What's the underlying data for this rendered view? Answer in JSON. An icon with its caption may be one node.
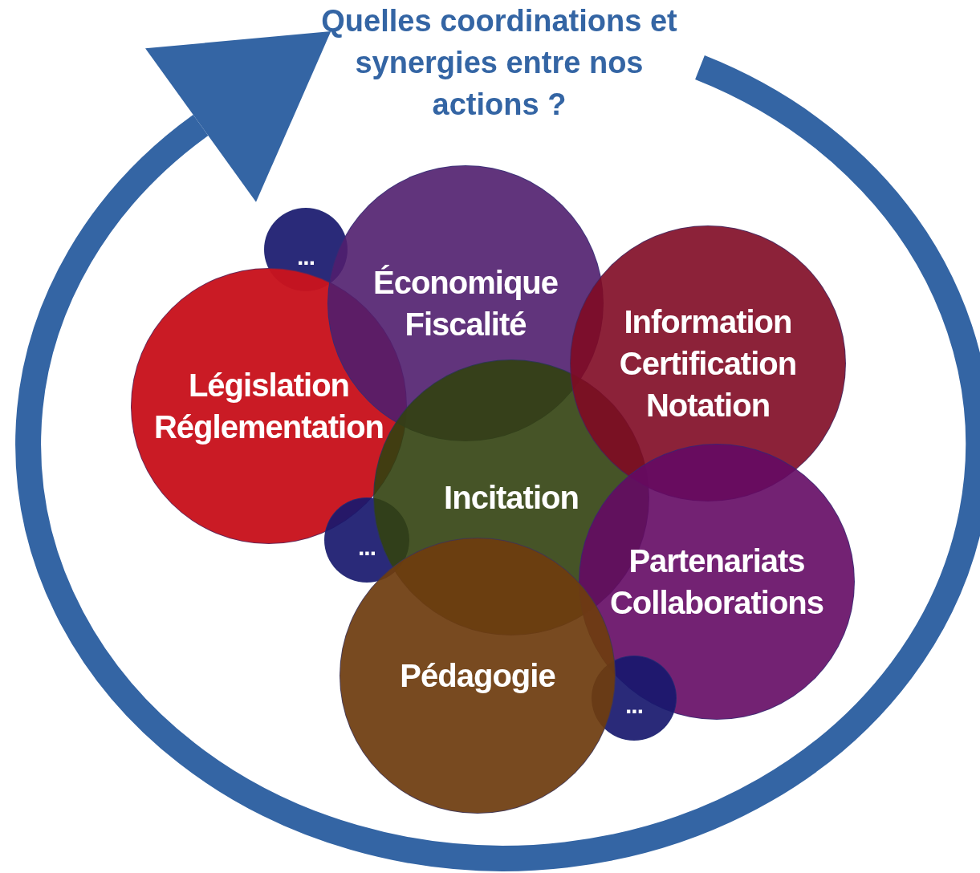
{
  "diagram": {
    "title": "Quelles coordinations et synergies entre nos actions ?",
    "nodes": [
      {
        "text": [
          "..."
        ]
      },
      {
        "text": [
          "Économique Fiscalité"
        ]
      },
      {
        "text": [
          "Information Certification Notation"
        ]
      },
      {
        "text": [
          "Législation Réglementation"
        ]
      },
      {
        "text": [
          "Incitation"
        ]
      },
      {
        "text": [
          "..."
        ]
      },
      {
        "text": [
          "Partenariats Collaborations"
        ]
      },
      {
        "text": [
          "Pédagogie"
        ]
      },
      {
        "text": [
          "..."
        ]
      }
    ],
    "edges": []
  }
}
